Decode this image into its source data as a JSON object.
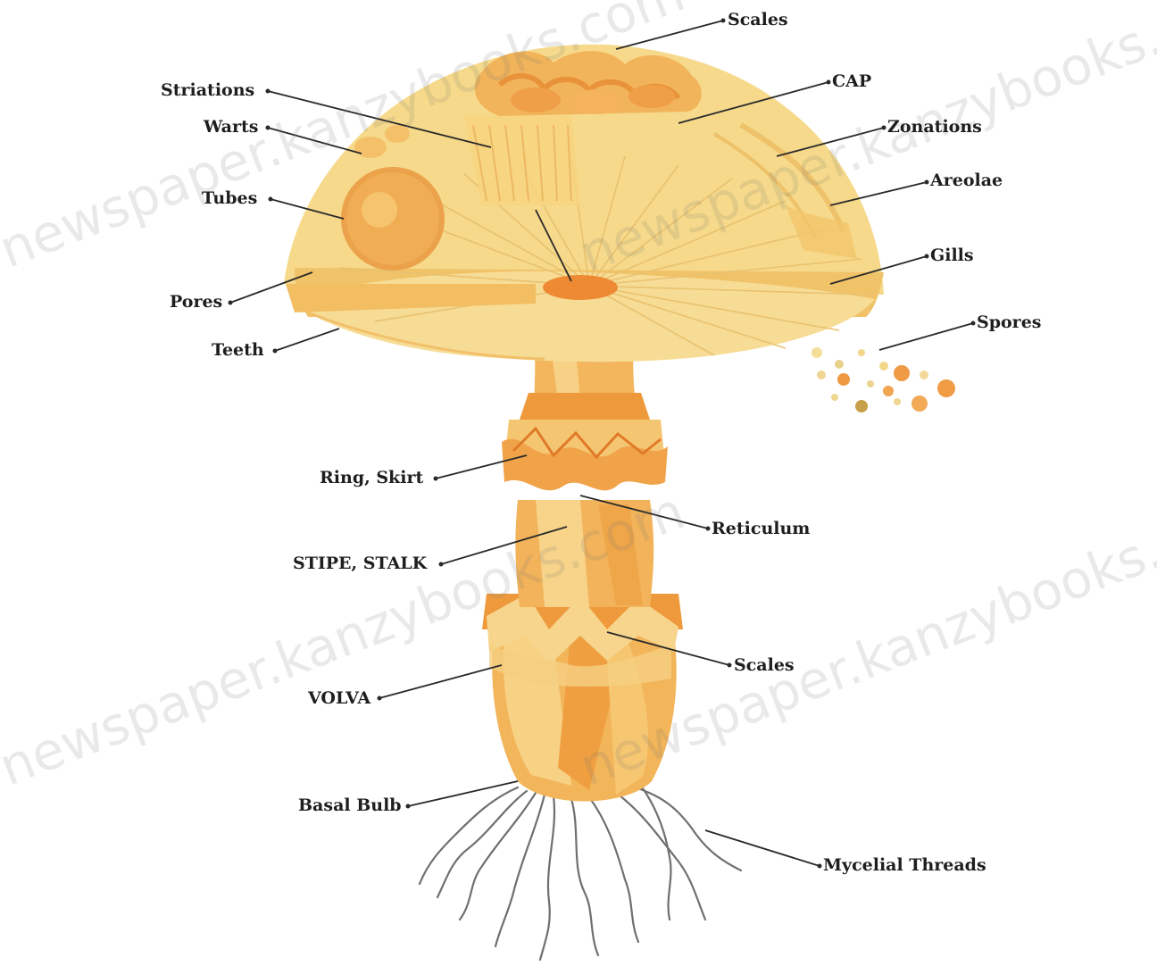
{
  "labels": {
    "scales_top": "Scales",
    "striations": "Striations",
    "warts": "Warts",
    "cap": "CAP",
    "zonations": "Zonations",
    "tubes": "Tubes",
    "areolae": "Areolae",
    "gills": "Gills",
    "pores": "Pores",
    "spores": "Spores",
    "teeth": "Teeth",
    "ring_skirt": "Ring, Skirt",
    "reticulum": "Reticulum",
    "stipe_stalk": "STIPE, STALK",
    "scales_volva": "Scales",
    "volva": "VOLVA",
    "basal_bulb": "Basal Bulb",
    "mycelial_threads": "Mycelial Threads"
  },
  "watermark": {
    "text": "newspaper.kanzybooks.com",
    "color": "#9a9a9a"
  },
  "colors": {
    "cap_light": "#f6d98a",
    "cap_mid": "#f2c268",
    "cap_dark": "#e9a046",
    "orange": "#ee9a3c",
    "deep_orange": "#e07a28",
    "stem": "#f4b95e",
    "gill_line": "#e8c270",
    "root": "#6f6f6f",
    "leader": "#2a2a2a"
  }
}
